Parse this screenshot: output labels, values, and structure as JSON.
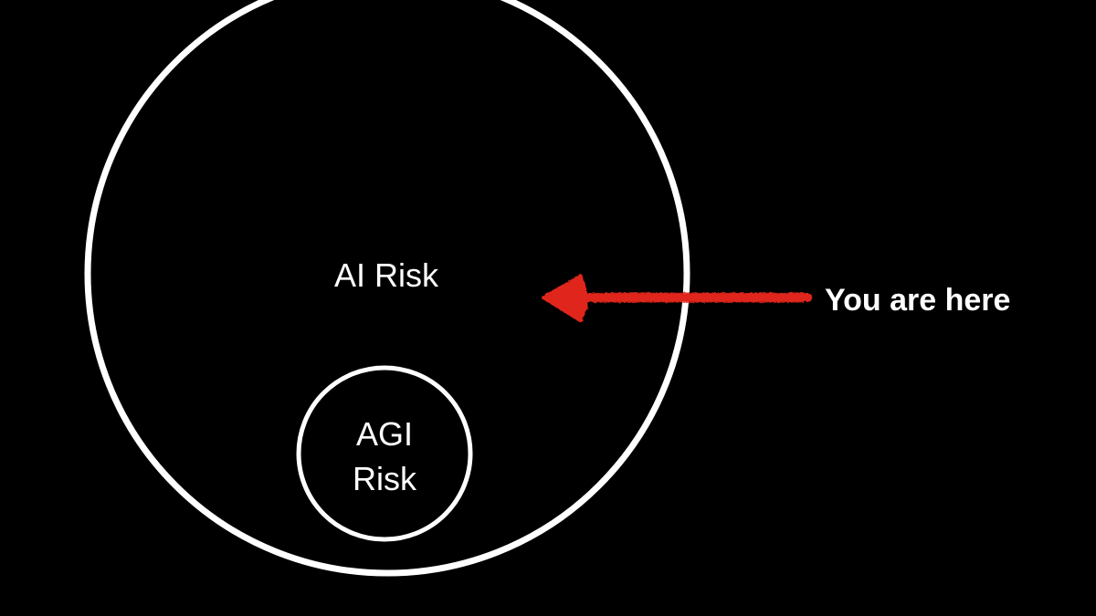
{
  "diagram": {
    "outer_label": "AI Risk",
    "inner_label_line1": "AGI",
    "inner_label_line2": "Risk",
    "pointer_label": "You are here"
  },
  "colors": {
    "background": "#000000",
    "circle_stroke": "#ffffff",
    "text": "#ffffff",
    "arrow": "#e0261a"
  }
}
